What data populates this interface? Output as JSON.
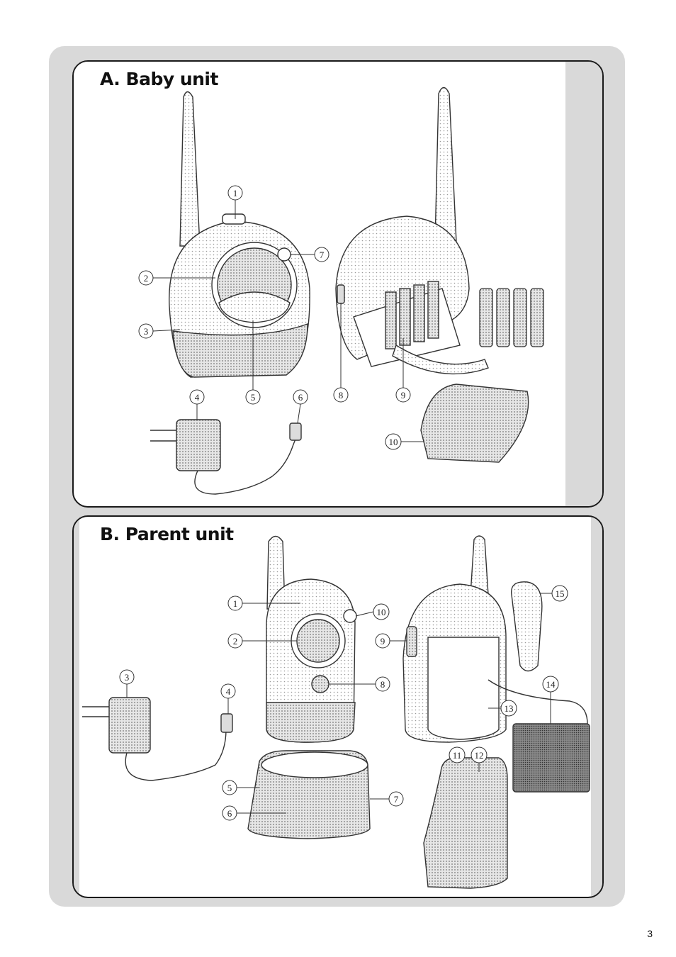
{
  "panels": {
    "baby": {
      "heading": "A. Baby unit"
    },
    "parent": {
      "heading": "B. Parent unit"
    }
  },
  "callouts": {
    "baby": [
      "1",
      "2",
      "3",
      "4",
      "5",
      "6",
      "7",
      "8",
      "9",
      "10"
    ],
    "parent": [
      "1",
      "2",
      "3",
      "4",
      "5",
      "6",
      "7",
      "8",
      "9",
      "10",
      "11",
      "12",
      "13",
      "14",
      "15"
    ]
  },
  "page_number": "3"
}
